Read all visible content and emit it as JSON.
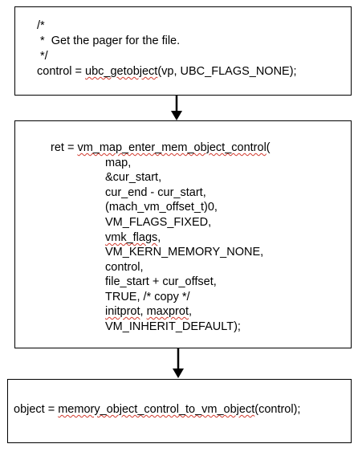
{
  "box1": {
    "comment_open": "/*",
    "comment_body": " *  Get the pager for the file.",
    "comment_close": " */",
    "call_prefix": "control = ",
    "call_func": "ubc_getobject",
    "call_args": "(vp, UBC_FLAGS_NONE);"
  },
  "box2": {
    "call_prefix": "ret = ",
    "call_func": "vm_map_enter_mem_object_control",
    "call_open": "(",
    "arg_map": "map,",
    "arg_cur_start": "&cur_start,",
    "arg_size": "cur_end - cur_start,",
    "arg_offset": "(mach_vm_offset_t)0,",
    "arg_flags": "VM_FLAGS_FIXED,",
    "arg_vmk_word": "vmk_flags",
    "arg_vmk_comma": ",",
    "arg_kern_mem": "VM_KERN_MEMORY_NONE,",
    "arg_control": "control,",
    "arg_file_offset": "file_start + cur_offset,",
    "arg_copy": "TRUE, /* copy */",
    "arg_initprot": "initprot",
    "arg_sep": ", ",
    "arg_maxprot": "maxprot",
    "arg_prot_comma": ",",
    "arg_inherit": "VM_INHERIT_DEFAULT);"
  },
  "box3": {
    "call_prefix": "object = ",
    "call_func": "memory_object_control_to_vm_object",
    "call_args": "(control);"
  },
  "colors": {
    "squiggle": "#d23a2e",
    "border": "#000000"
  }
}
